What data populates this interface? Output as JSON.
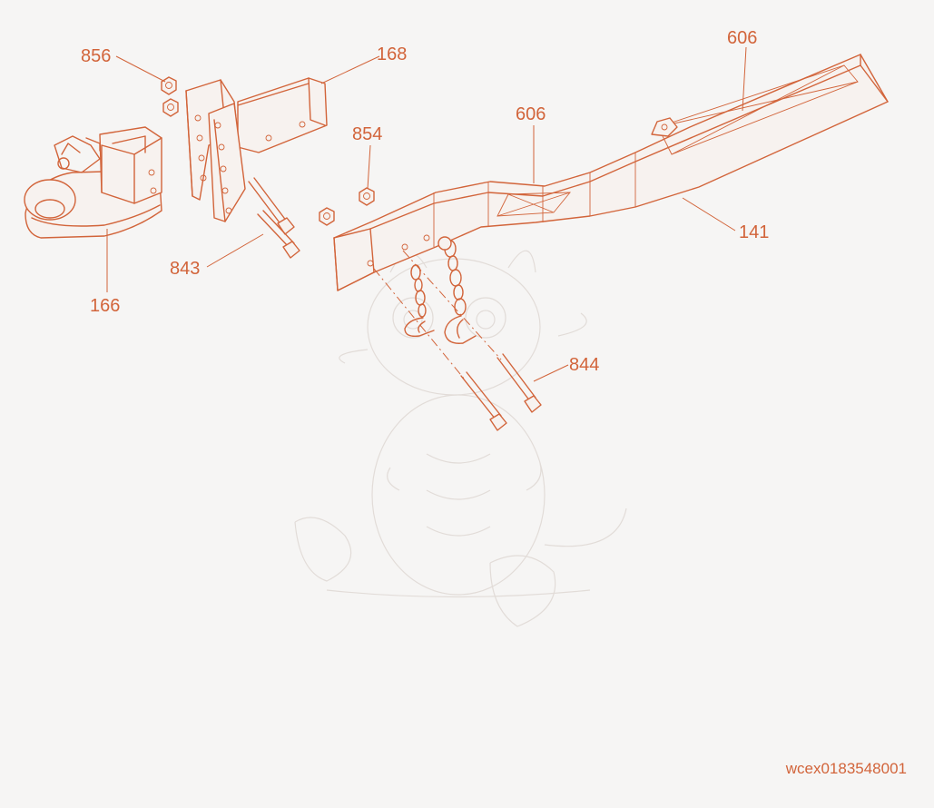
{
  "callouts": {
    "c856": "856",
    "c168": "168",
    "c606_top": "606",
    "c606_mid": "606",
    "c854": "854",
    "c141": "141",
    "c843": "843",
    "c166": "166",
    "c844": "844"
  },
  "document_code": "wcex0183548001",
  "colors": {
    "line": "#d2643a",
    "background": "#f6f5f4",
    "watermark": "#e2dcd8"
  }
}
